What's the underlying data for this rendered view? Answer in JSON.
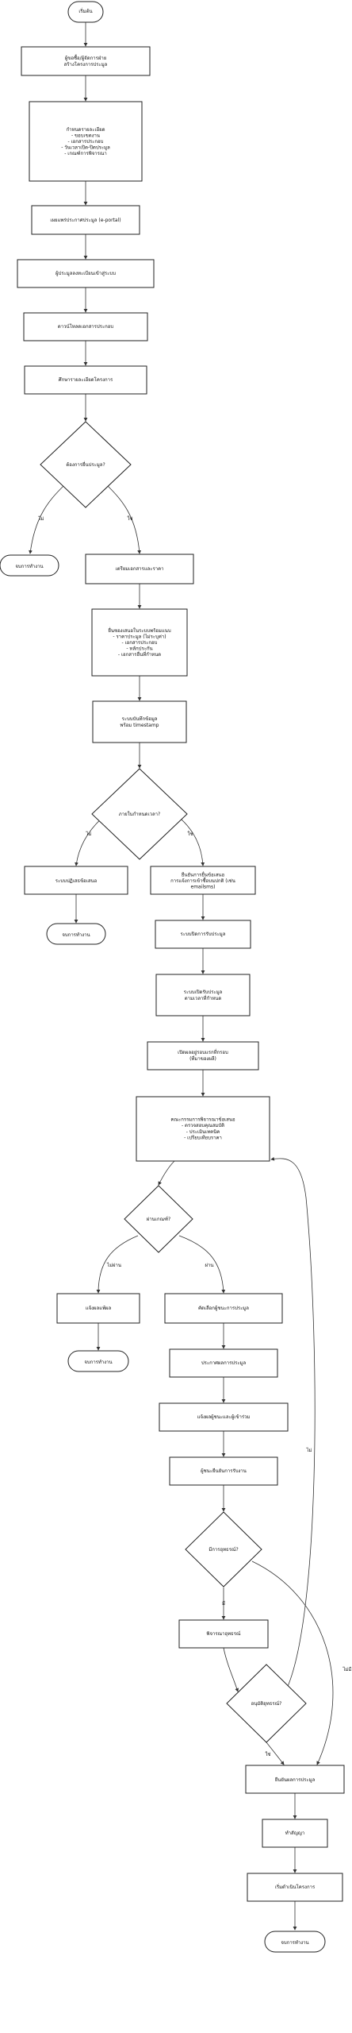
{
  "nodes": {
    "start": {
      "lines": [
        "เริ่มต้น"
      ]
    },
    "n1": {
      "lines": [
        "ผู้ขอซื้อ/ผู้จัดการฝ่าย",
        "สร้างโครงการประมูล"
      ]
    },
    "n2": {
      "lines": [
        "กำหนดรายละเอียด",
        "- ขอบเขตงาน",
        "- เอกสารประกอบ",
        "- วันเวลาเปิด-ปิดประมูล",
        "- เกณฑ์การพิจารณา"
      ]
    },
    "n3": {
      "lines": [
        "เผยแพร่ประกาศประมูล (e-portal)"
      ]
    },
    "n4": {
      "lines": [
        "ผู้ประมูลลงทะเบียนเข้าสู่ระบบ"
      ]
    },
    "n5": {
      "lines": [
        "ดาวน์โหลดเอกสารประกอบ"
      ]
    },
    "n6": {
      "lines": [
        "ศึกษารายละเอียดโครงการ"
      ]
    },
    "d1": {
      "lines": [
        "ต้องการยื่นประมูล?"
      ]
    },
    "end1": {
      "lines": [
        "จบการทำงาน"
      ]
    },
    "n7": {
      "lines": [
        "เตรียมเอกสารและราคา"
      ]
    },
    "n8": {
      "lines": [
        "ยื่นซองเสนอในระบบพร้อมแนบ",
        "- ราคาประมูล (ไม่ระบุค่า)",
        "- เอกสารประกอบ",
        "- หลักประกัน",
        "- เอกสารอื่นที่กำหนด"
      ]
    },
    "n9": {
      "lines": [
        "ระบบบันทึกข้อมูล",
        "พร้อม timestamp"
      ]
    },
    "d2": {
      "lines": [
        "ภายในกำหนดเวลา?"
      ]
    },
    "n10": {
      "lines": [
        "ระบบปฏิเสธข้อเสนอ"
      ]
    },
    "end2": {
      "lines": [
        "จบการทำงาน"
      ]
    },
    "n11": {
      "lines": [
        "ยืนยันการยื่นข้อเสนอ",
        "การแจ้งการเข้าซื้อบนปกติ (เช่น",
        "emailsms)"
      ]
    },
    "n12": {
      "lines": [
        "ระบบปิดการรับประมูล"
      ]
    },
    "n13": {
      "lines": [
        "ระบบเปิดรับประมูล",
        "ตามเวลาที่กำหนด"
      ]
    },
    "n14": {
      "lines": [
        "เปิดผลอยู่รอบแรกที่กรอบ",
        "(ที่มาของผลี)"
      ]
    },
    "n15": {
      "lines": [
        "คณะกรรมการพิจารณาข้อเสนอ",
        "- ตรวจสอบคุณสมบัติ",
        "- ประเมินเทคนิค",
        "- เปรียบเทียบราคา"
      ]
    },
    "d3": {
      "lines": [
        "ผ่านเกณฑ์?"
      ]
    },
    "n16": {
      "lines": [
        "แจ้งผลแพ้ผล"
      ]
    },
    "end3": {
      "lines": [
        "จบการทำงาน"
      ]
    },
    "n17": {
      "lines": [
        "คัดเลือกผู้ชนะการประมูล"
      ]
    },
    "n18": {
      "lines": [
        "ประกาศผลการประมูล"
      ]
    },
    "n19": {
      "lines": [
        "แจ้งผลผู้ชนะและผู้เข้าร่วม"
      ]
    },
    "n20": {
      "lines": [
        "ผู้ชนะยืนยันการรับงาน"
      ]
    },
    "d4": {
      "lines": [
        "มีการอุทธรณ์?"
      ]
    },
    "n21": {
      "lines": [
        "พิจารณาอุทธรณ์"
      ]
    },
    "d5": {
      "lines": [
        "อนุมัติอุทธรณ์?"
      ]
    },
    "n22": {
      "lines": [
        "ยืนยันผลการประมูล"
      ]
    },
    "n23": {
      "lines": [
        "ทำสัญญา"
      ]
    },
    "n24": {
      "lines": [
        "เริ่มดำเนินโครงการ"
      ]
    },
    "end4": {
      "lines": [
        "จบการทำงาน"
      ]
    }
  },
  "edges": {
    "d1_no": "ไม่",
    "d1_yes": "ใช่",
    "d2_no": "ไม่",
    "d2_yes": "ใช่",
    "d3_no": "ไม่ผ่าน",
    "d3_yes": "ผ่าน",
    "d4_yes": "มี",
    "d4_no": "ไม่มี",
    "d5_yes": "ใช่",
    "d5_no": "ไม่"
  }
}
